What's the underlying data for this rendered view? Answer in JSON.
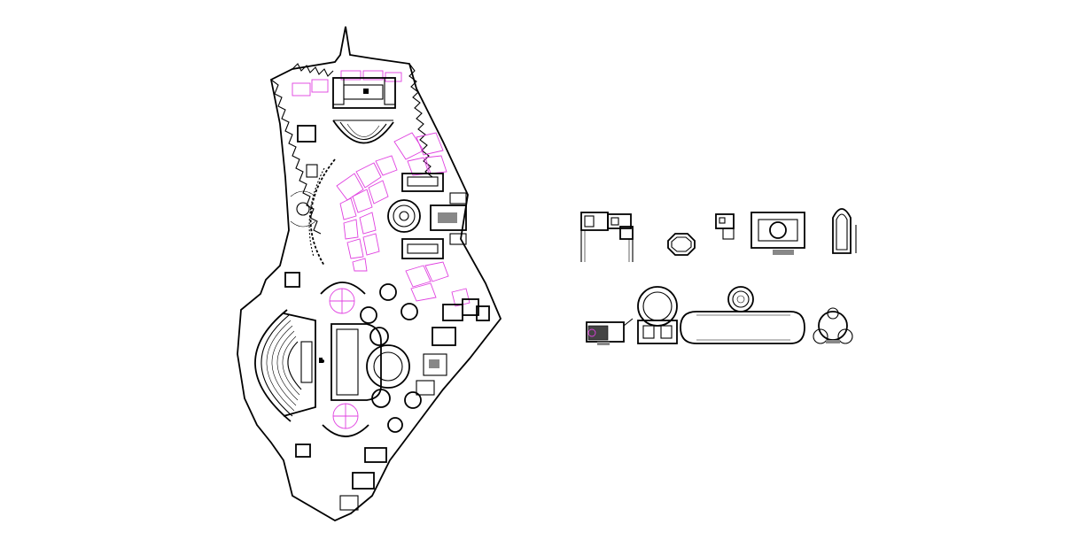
{
  "drawing": {
    "background": "#ffffff",
    "line_color": "#000000",
    "accent_color": "#e040e0",
    "fill_gray": "#888888"
  },
  "site_plan": {
    "theatre_rows": 9,
    "rotunda_columns": 12
  },
  "detail_plans": [
    {
      "id": "plan-1"
    },
    {
      "id": "plan-2"
    },
    {
      "id": "plan-3"
    },
    {
      "id": "plan-4"
    },
    {
      "id": "plan-5"
    },
    {
      "id": "plan-6"
    },
    {
      "id": "plan-7"
    },
    {
      "id": "plan-8"
    },
    {
      "id": "plan-9"
    }
  ]
}
